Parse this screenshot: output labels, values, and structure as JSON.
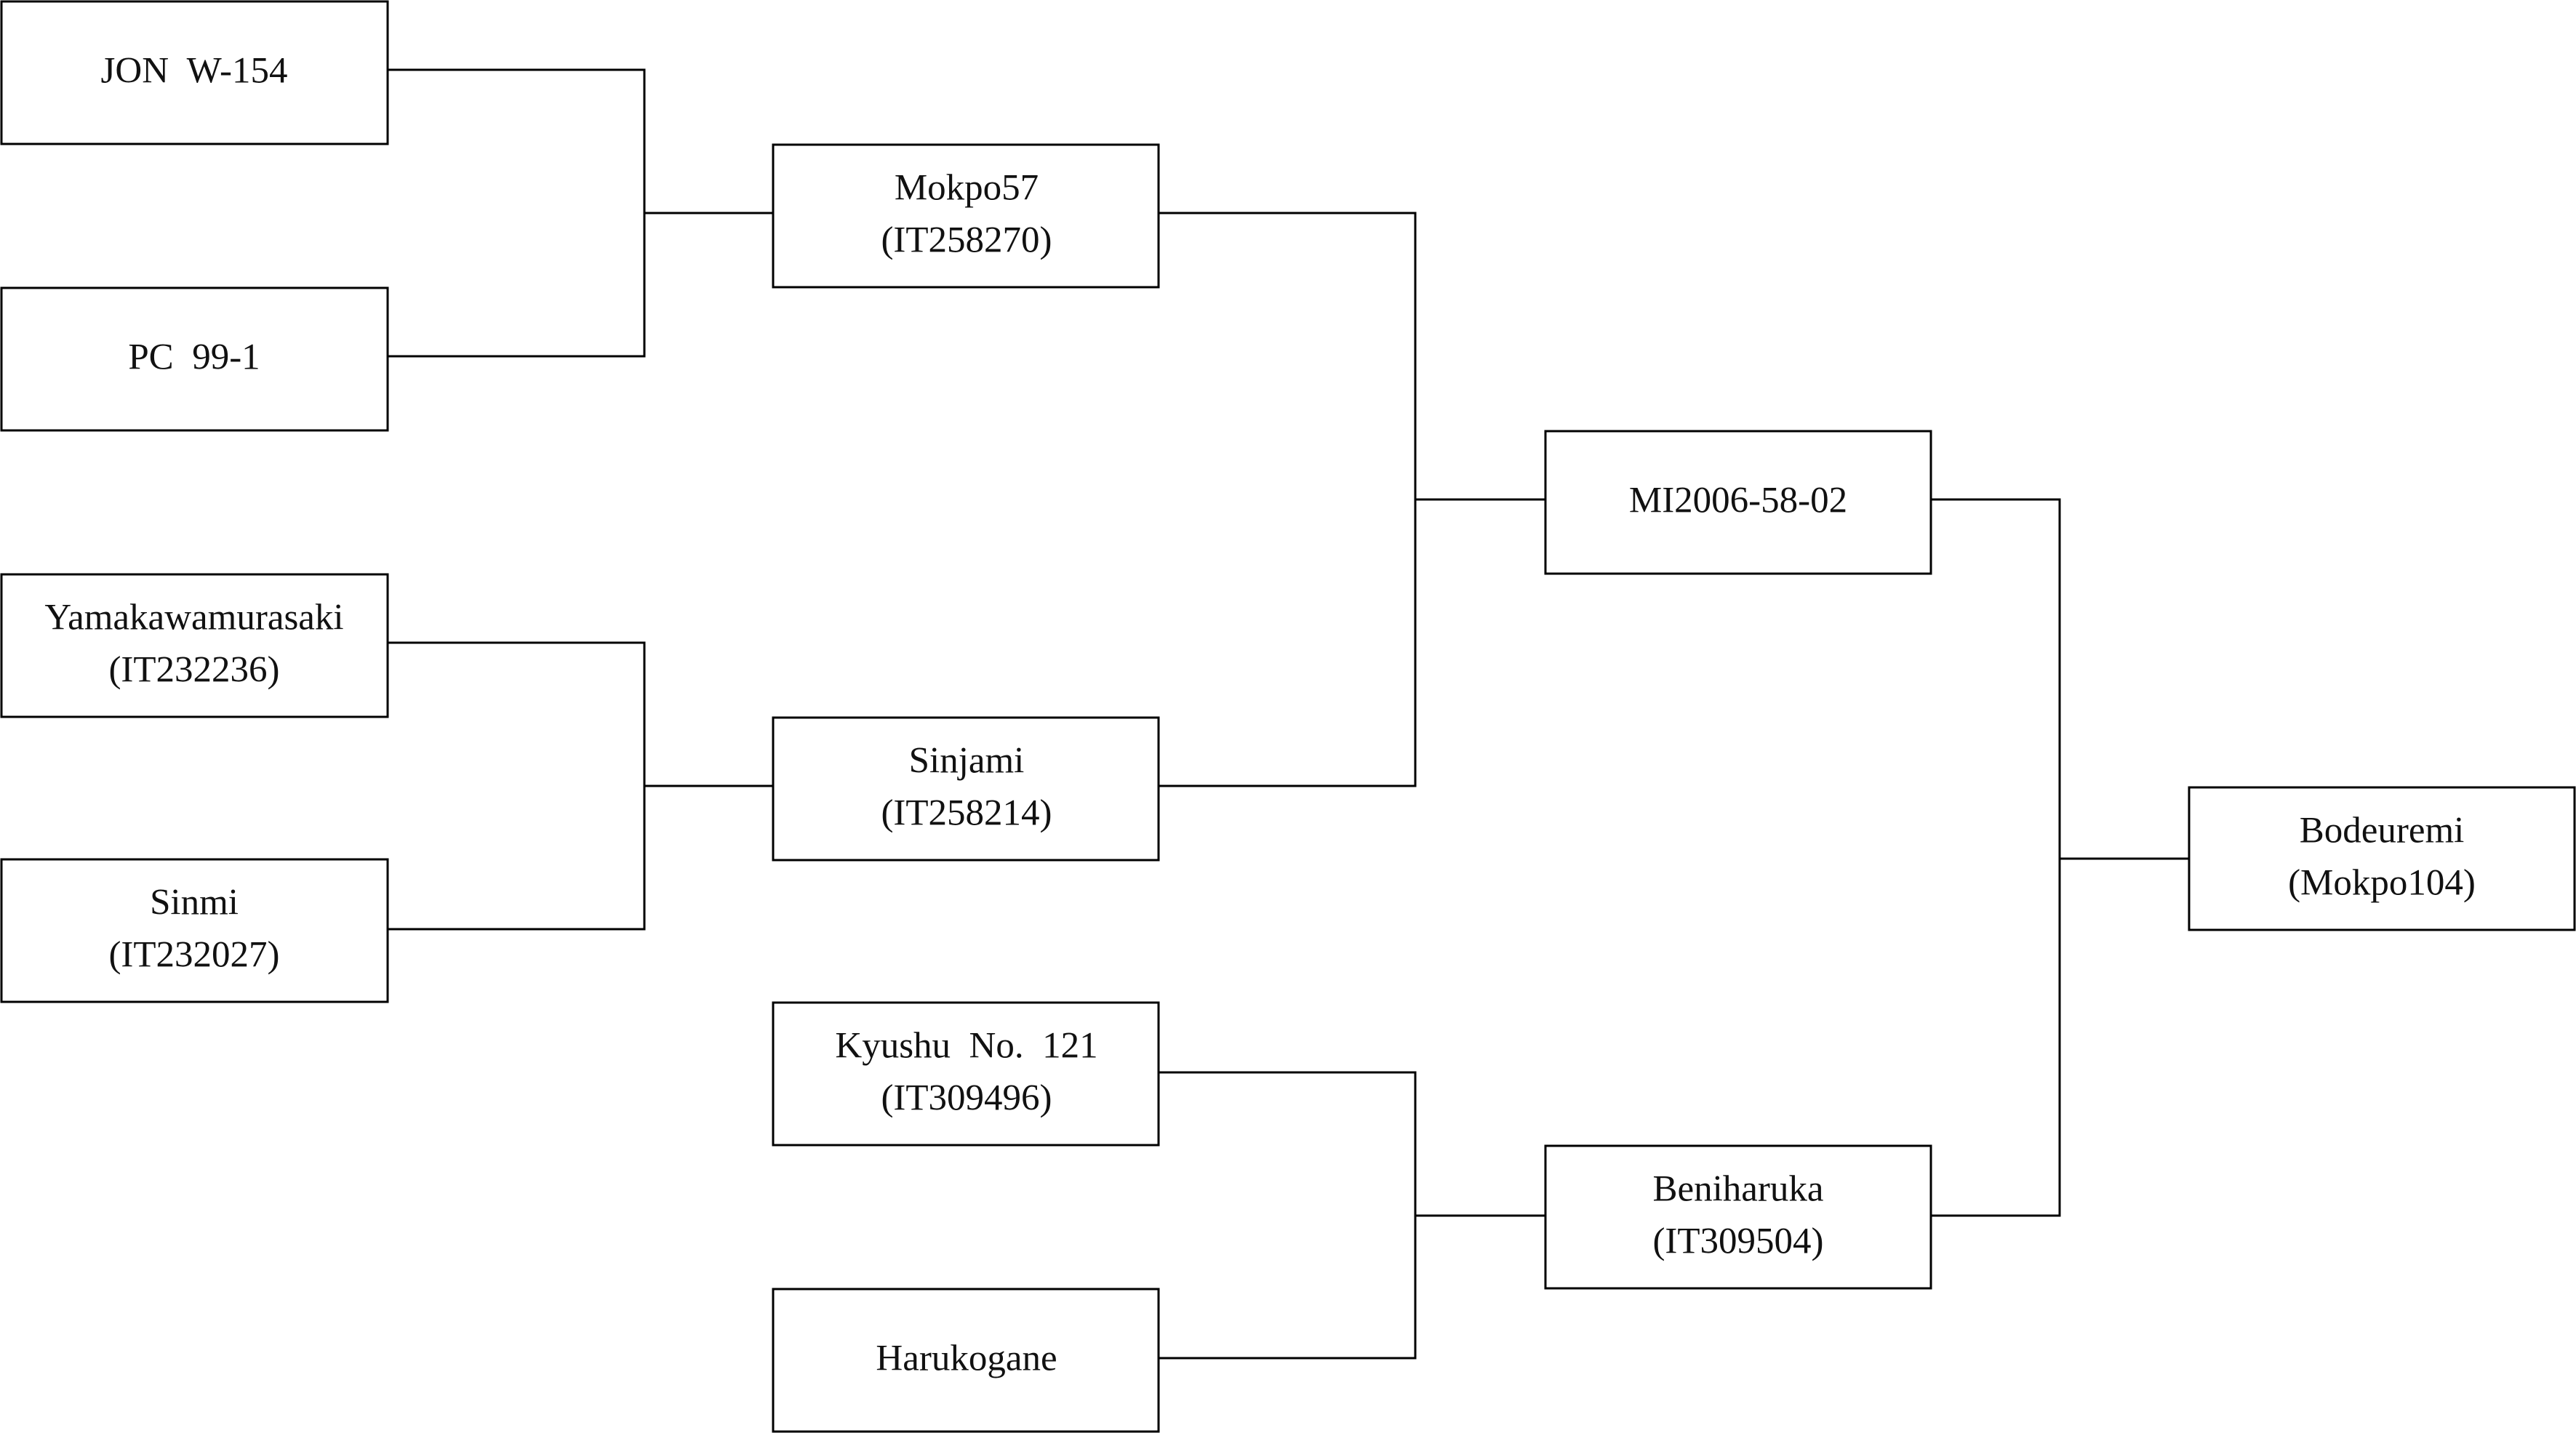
{
  "nodes": {
    "jon_w154": {
      "line1": "JON  W-154"
    },
    "pc_99_1": {
      "line1": "PC  99-1"
    },
    "yamakawamurasaki": {
      "line1": "Yamakawamurasaki",
      "line2": "(IT232236)"
    },
    "sinmi": {
      "line1": "Sinmi",
      "line2": "(IT232027)"
    },
    "mokpo57": {
      "line1": "Mokpo57",
      "line2": "(IT258270)"
    },
    "sinjami": {
      "line1": "Sinjami",
      "line2": "(IT258214)"
    },
    "kyushu_121": {
      "line1": "Kyushu  No.  121",
      "line2": "(IT309496)"
    },
    "harukogane": {
      "line1": "Harukogane"
    },
    "mi2006": {
      "line1": "MI2006-58-02"
    },
    "beniharuka": {
      "line1": "Beniharuka",
      "line2": "(IT309504)"
    },
    "bodeuremi": {
      "line1": "Bodeuremi",
      "line2": "(Mokpo104)"
    }
  }
}
